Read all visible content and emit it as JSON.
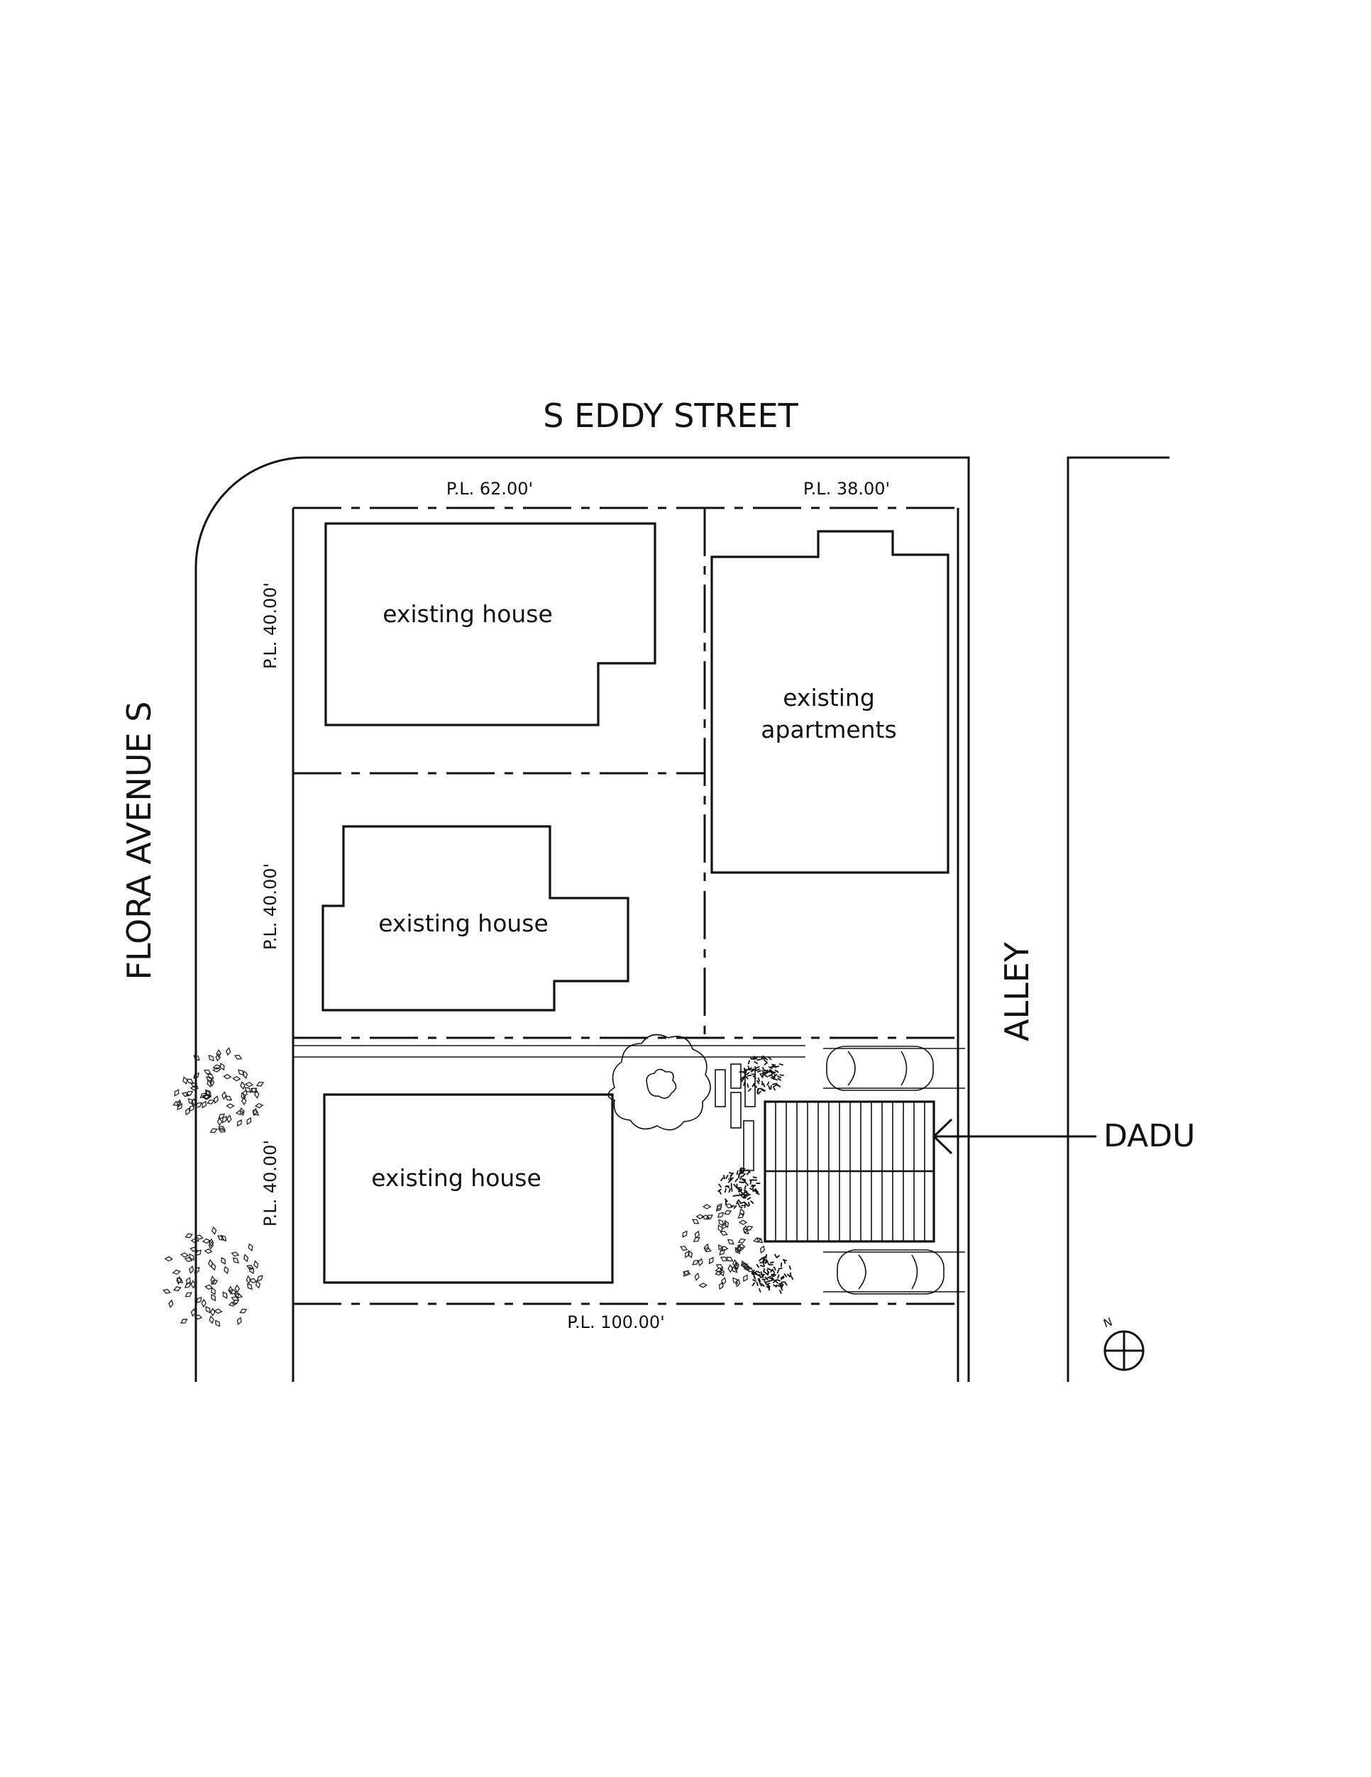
{
  "streets": {
    "north": "S EDDY STREET",
    "west": "FLORA AVENUE S",
    "east": "ALLEY"
  },
  "property_lines": {
    "top_left": "P.L. 62.00'",
    "top_right": "P.L. 38.00'",
    "left_upper": "P.L. 40.00'",
    "left_middle": "P.L. 40.00'",
    "left_lower": "P.L. 40.00'",
    "bottom": "P.L. 100.00'"
  },
  "buildings": {
    "house_1": "existing house",
    "house_2": "existing house",
    "house_3": "existing house",
    "apartments_line1": "existing",
    "apartments_line2": "apartments"
  },
  "callout": {
    "label": "DADU"
  },
  "north_arrow": {
    "letter": "N"
  }
}
